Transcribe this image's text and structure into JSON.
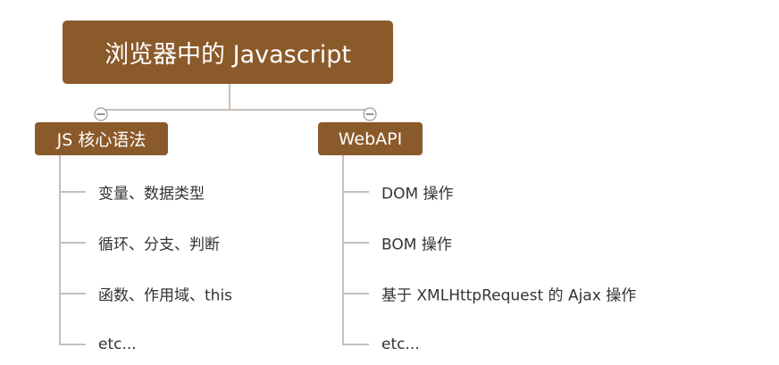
{
  "root": {
    "label": "浏览器中的 Javascript"
  },
  "branches": [
    {
      "label": "JS 核心语法",
      "items": [
        "变量、数据类型",
        "循环、分支、判断",
        "函数、作用域、this",
        "etc..."
      ]
    },
    {
      "label": "WebAPI",
      "items": [
        "DOM 操作",
        "BOM 操作",
        "基于 XMLHttpRequest 的 Ajax 操作",
        "etc..."
      ]
    }
  ],
  "colors": {
    "node_fill": "#8B5A2B",
    "node_text": "#ffffff",
    "connector": "#c8bfb8",
    "leaf_text": "#333333"
  }
}
